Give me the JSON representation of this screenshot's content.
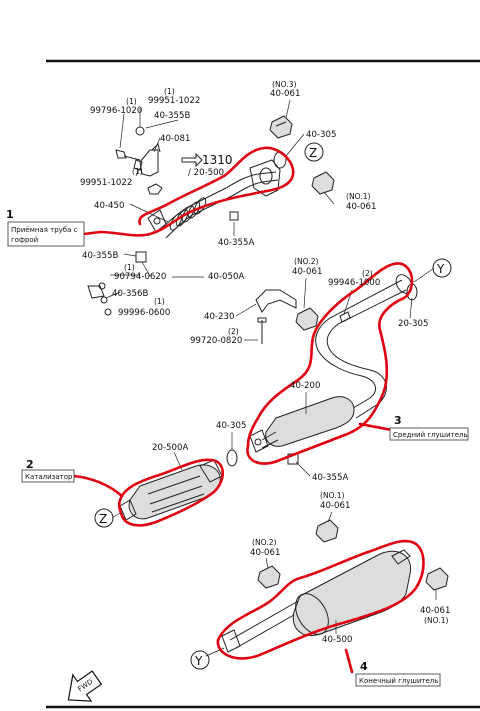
{
  "colors": {
    "highlight": "#e00010",
    "ink": "#222222"
  },
  "callouts": [
    {
      "num": "1",
      "lines": [
        "Приёмная труба с",
        "гофрой"
      ]
    },
    {
      "num": "2",
      "lines": [
        "Катализатор"
      ]
    },
    {
      "num": "3",
      "lines": [
        "Средний глушитель"
      ]
    },
    {
      "num": "4",
      "lines": [
        "Конечный глушитель"
      ]
    }
  ],
  "refs": {
    "z": "Z",
    "y": "Y",
    "fwd": "FWD"
  },
  "labels": {
    "q1_a": "(1)",
    "p_99951_1022_a": "99951-1022",
    "q1_b": "(1)",
    "p_99796_1020": "99796-1020",
    "p_40_355b_a": "40-355B",
    "p_40_081": "40-081",
    "q1_c": "(1)",
    "p_99951_1022_b": "99951-1022",
    "p_1310": "1310",
    "p_20_500": "/ 20-500",
    "no3": "(NO.3)",
    "p_40_061_a": "40-061",
    "p_40_305_a": "40-305",
    "no1_a": "(NO.1)",
    "p_40_061_b": "40-061",
    "p_40_450": "40-450",
    "p_40_355a_a": "40-355A",
    "p_40_355b_b": "40-355B",
    "q1_d": "(1)",
    "p_90794_0620": "90794-0620",
    "p_40_050a": "40-050A",
    "p_40_356b": "40-356B",
    "q1_e": "(1)",
    "p_99996_0600": "99996-0600",
    "no2_a": "(NO.2)",
    "p_40_061_c": "40-061",
    "q2_a": "(2)",
    "p_99946_1000": "99946-1000",
    "p_20_305": "20-305",
    "p_40_230": "40-230",
    "q2_b": "(2)",
    "p_99720_0820": "99720-0820",
    "p_40_200": "40-200",
    "p_40_305_b": "40-305",
    "p_40_355a_b": "40-355A",
    "p_20_500a": "20-500A",
    "no1_b": "(NO.1)",
    "p_40_061_d": "40-061",
    "no2_b": "(NO.2)",
    "p_40_061_e": "40-061",
    "p_40_061_f": "40-061",
    "no1_c": "(NO.1)",
    "p_40_500": "40-500"
  }
}
